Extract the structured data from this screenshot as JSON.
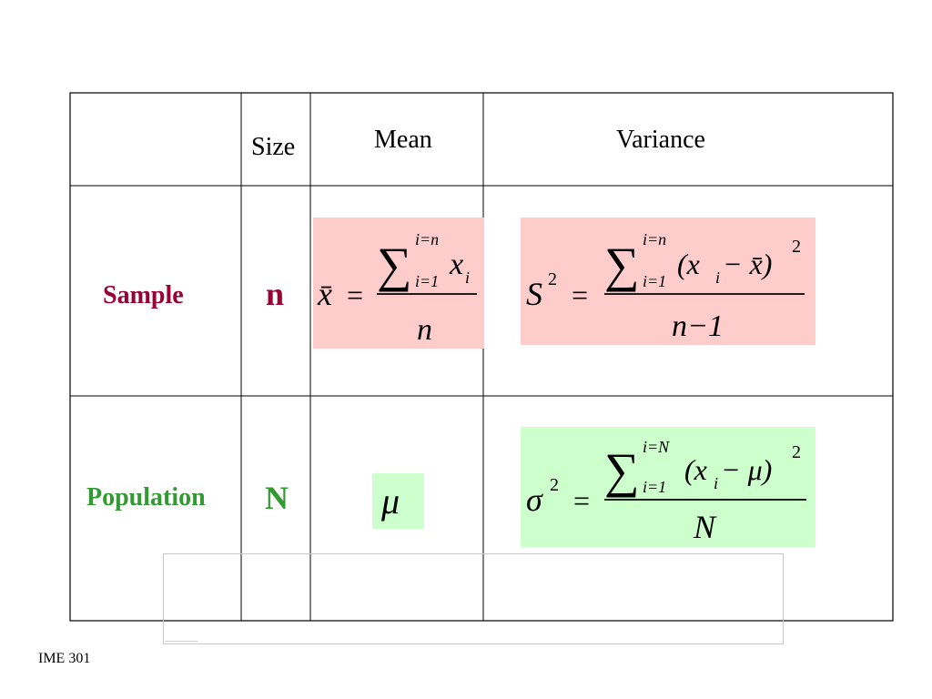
{
  "table": {
    "headers": {
      "blank": "",
      "size": "Size",
      "mean": "Mean",
      "variance": "Variance"
    },
    "rows": [
      {
        "label": "Sample",
        "size_symbol": "n",
        "mean_formula": {
          "lhs": "x̄",
          "equals": "=",
          "sum_upper": "i=n",
          "sum_lower": "i=1",
          "term": "x",
          "term_sub": "i",
          "denominator": "n"
        },
        "variance_formula": {
          "lhs": "S",
          "lhs_sup": "2",
          "equals": "=",
          "sum_upper": "i=n",
          "sum_lower": "i=1",
          "term": "(x",
          "term_sub": "i",
          "term_rest": " − x̄)",
          "term_sup": "2",
          "denominator": "n−1"
        }
      },
      {
        "label": "Population",
        "size_symbol": "N",
        "mean_formula": {
          "lhs": "μ"
        },
        "variance_formula": {
          "lhs": "σ",
          "lhs_sup": "2",
          "equals": "=",
          "sum_upper": "i=N",
          "sum_lower": "i=1",
          "term": "(x",
          "term_sub": "i",
          "term_rest": " − μ)",
          "term_sup": "2",
          "denominator": "N"
        }
      }
    ]
  },
  "footer": {
    "text": "IME 301"
  },
  "colors": {
    "sample_label": "#990033",
    "population_label": "#339933",
    "sample_highlight": "#ffcccc",
    "population_highlight": "#ccffcc",
    "grid_line": "#000000"
  }
}
